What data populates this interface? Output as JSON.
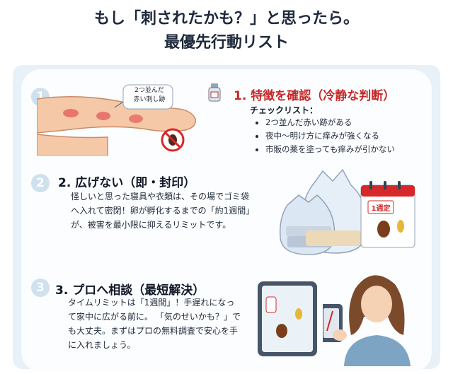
{
  "title": {
    "line1": "もし「刺されたかも？」と思ったら。",
    "line2": "最優先行動リスト"
  },
  "step1": {
    "number": "1",
    "heading": "1. 特徴を確認（冷静な判断）",
    "checklist_title": "チェックリスト：",
    "items": [
      "2つ並んだ赤い跡がある",
      "夜中〜明け方に痒みが強くなる",
      "市販の薬を塗っても痒みが引かない"
    ],
    "arm_label_line1": "2つ並んだ",
    "arm_label_line2": "赤い刺し跡"
  },
  "step2": {
    "number": "2",
    "heading": "2. 広げない（即・封印）",
    "body": "怪しいと思った寝具や衣類は、その場でゴミ袋へ入れて密閉！卵が孵化するまでの「約1週間」が、被害を最小限に抑えるリミットです。",
    "calendar_label": "1週定"
  },
  "step3": {
    "number": "3",
    "heading": "3. プロへ相談（最短解決）",
    "body": "タイムリミットは「1週間」！手遅れになって家中に広がる前に。 「気のせいかも？」でも大丈夫。まずはプロの無料調査で安心を手に入れましょう。"
  },
  "colors": {
    "accent_red": "#c62828",
    "badge": "#cfe0ef",
    "panel": "#e8f1f7"
  }
}
